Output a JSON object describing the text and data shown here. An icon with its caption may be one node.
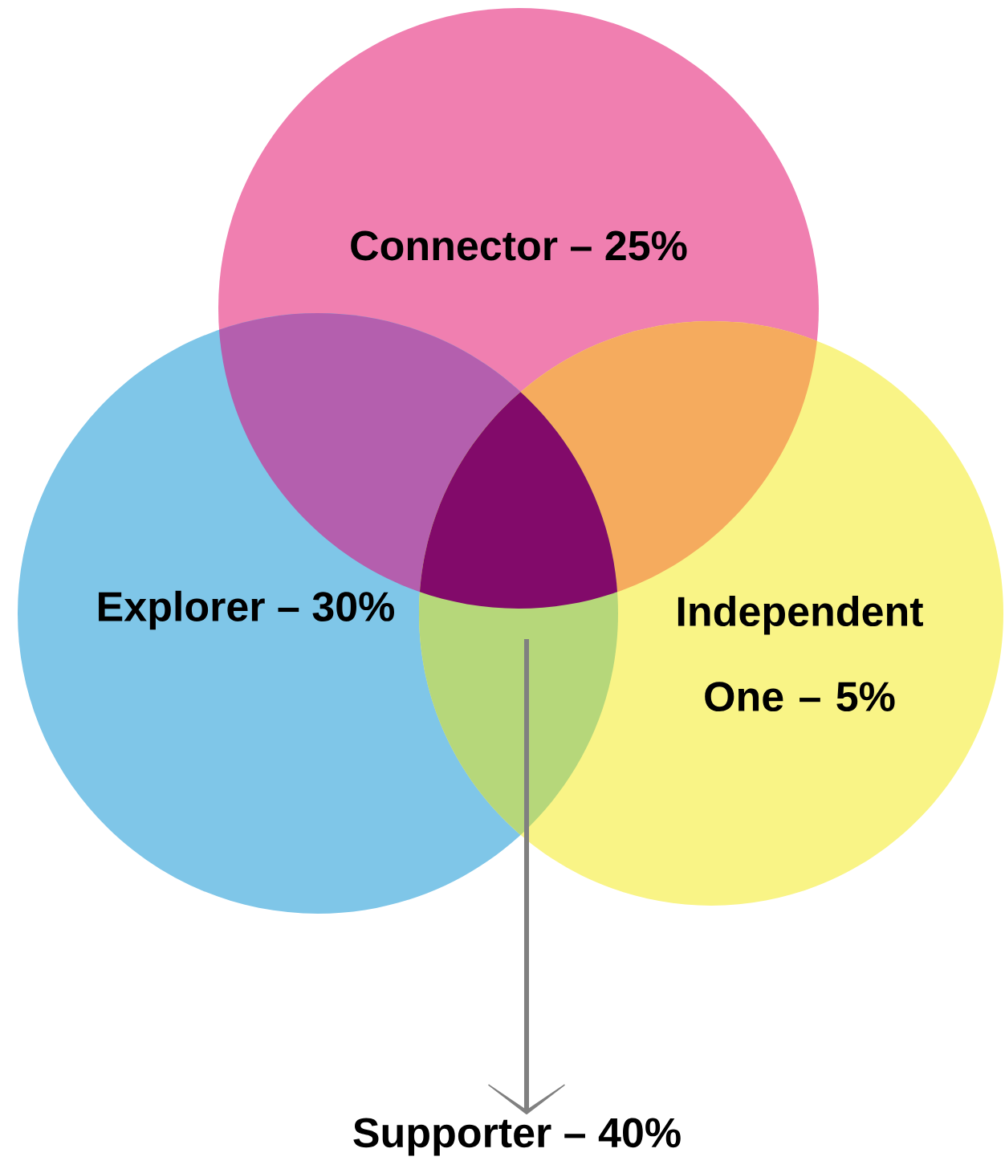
{
  "diagram": {
    "nodes": [
      {
        "text": [
          "Connector – 25%"
        ]
      },
      {
        "text": [
          "Explorer – 30%"
        ]
      },
      {
        "text": [
          "Independent One – 5%"
        ]
      },
      {
        "text": [
          "Supporter – 40%"
        ]
      }
    ],
    "edges": [
      {
        "from": null,
        "to": 3,
        "arrow": "to"
      }
    ]
  }
}
